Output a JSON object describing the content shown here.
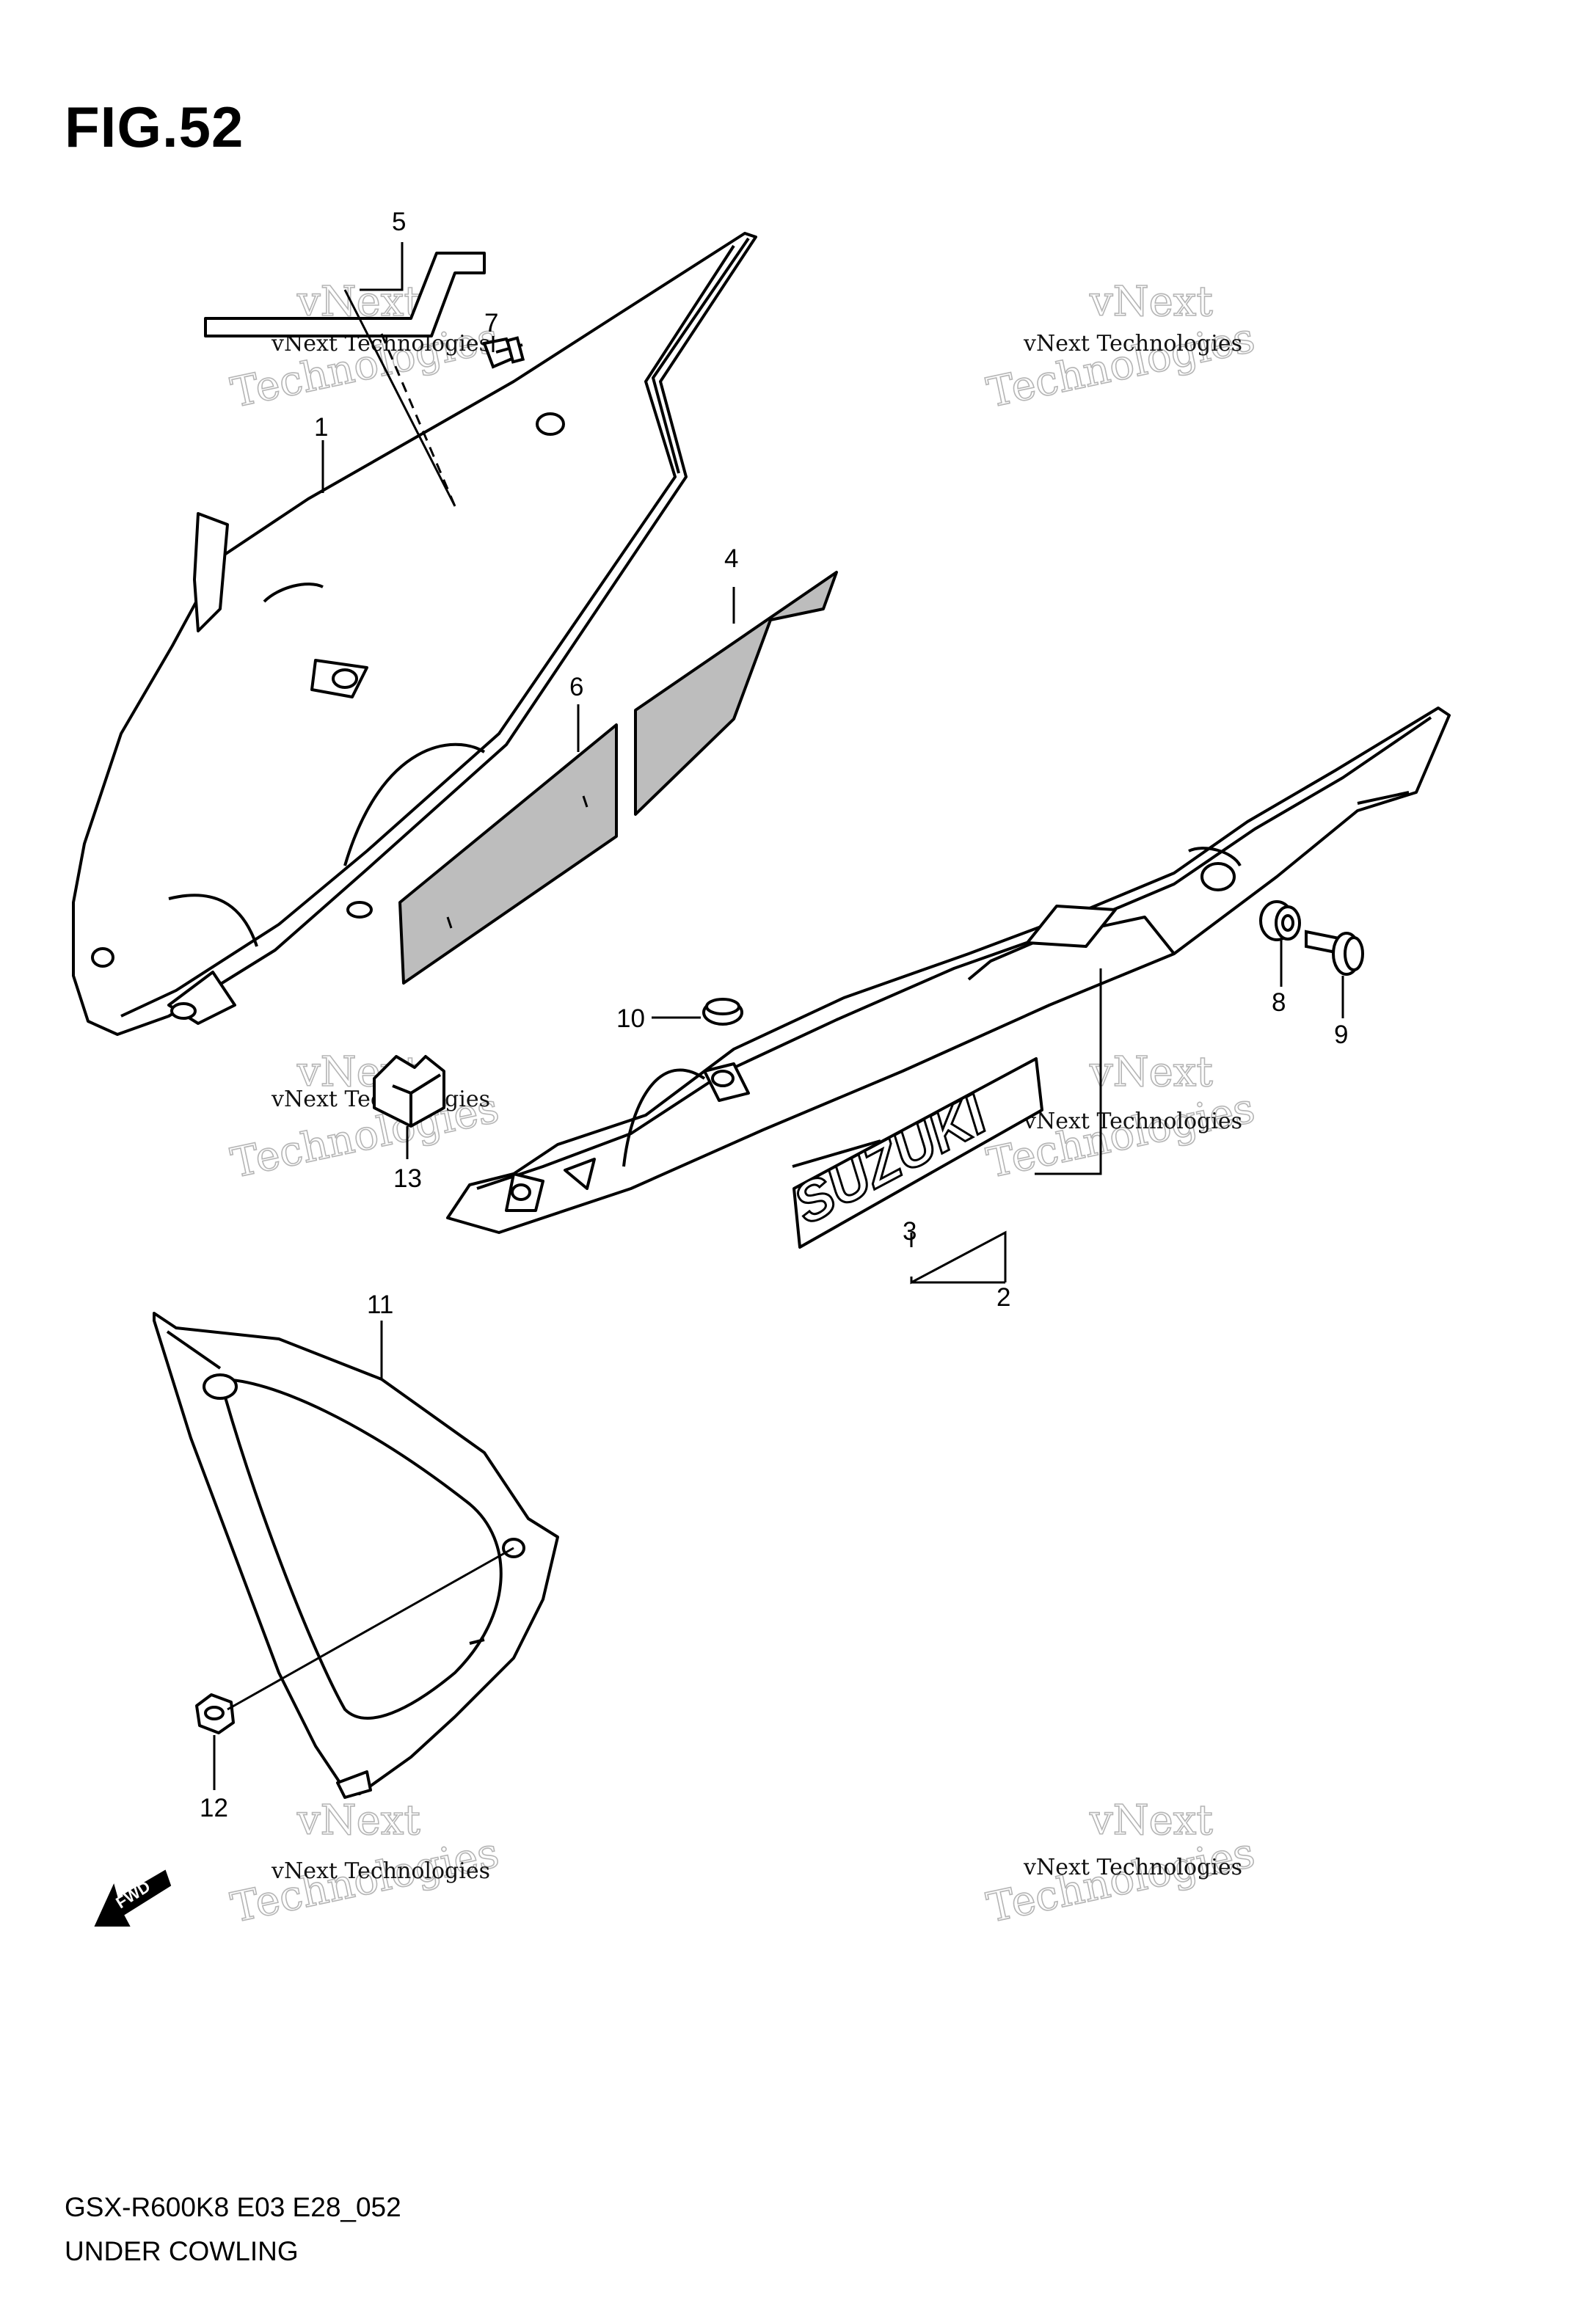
{
  "figure": {
    "title": "FIG.52",
    "model_code": "GSX-R600K8 E03 E28_052",
    "section_name": "UNDER COWLING"
  },
  "callouts": [
    "1",
    "2",
    "3",
    "4",
    "5",
    "6",
    "7",
    "8",
    "9",
    "10",
    "11",
    "12",
    "13"
  ],
  "brand_logo": "SUZUKI",
  "fwd_label": "FWD",
  "watermark": {
    "line1": "vNext Technologies",
    "line2": "Technologies",
    "line3": "vNext"
  },
  "colors": {
    "ink": "#000000",
    "decal_fill": "#bdbdbd",
    "watermark_outline": "#b5b5b5"
  }
}
